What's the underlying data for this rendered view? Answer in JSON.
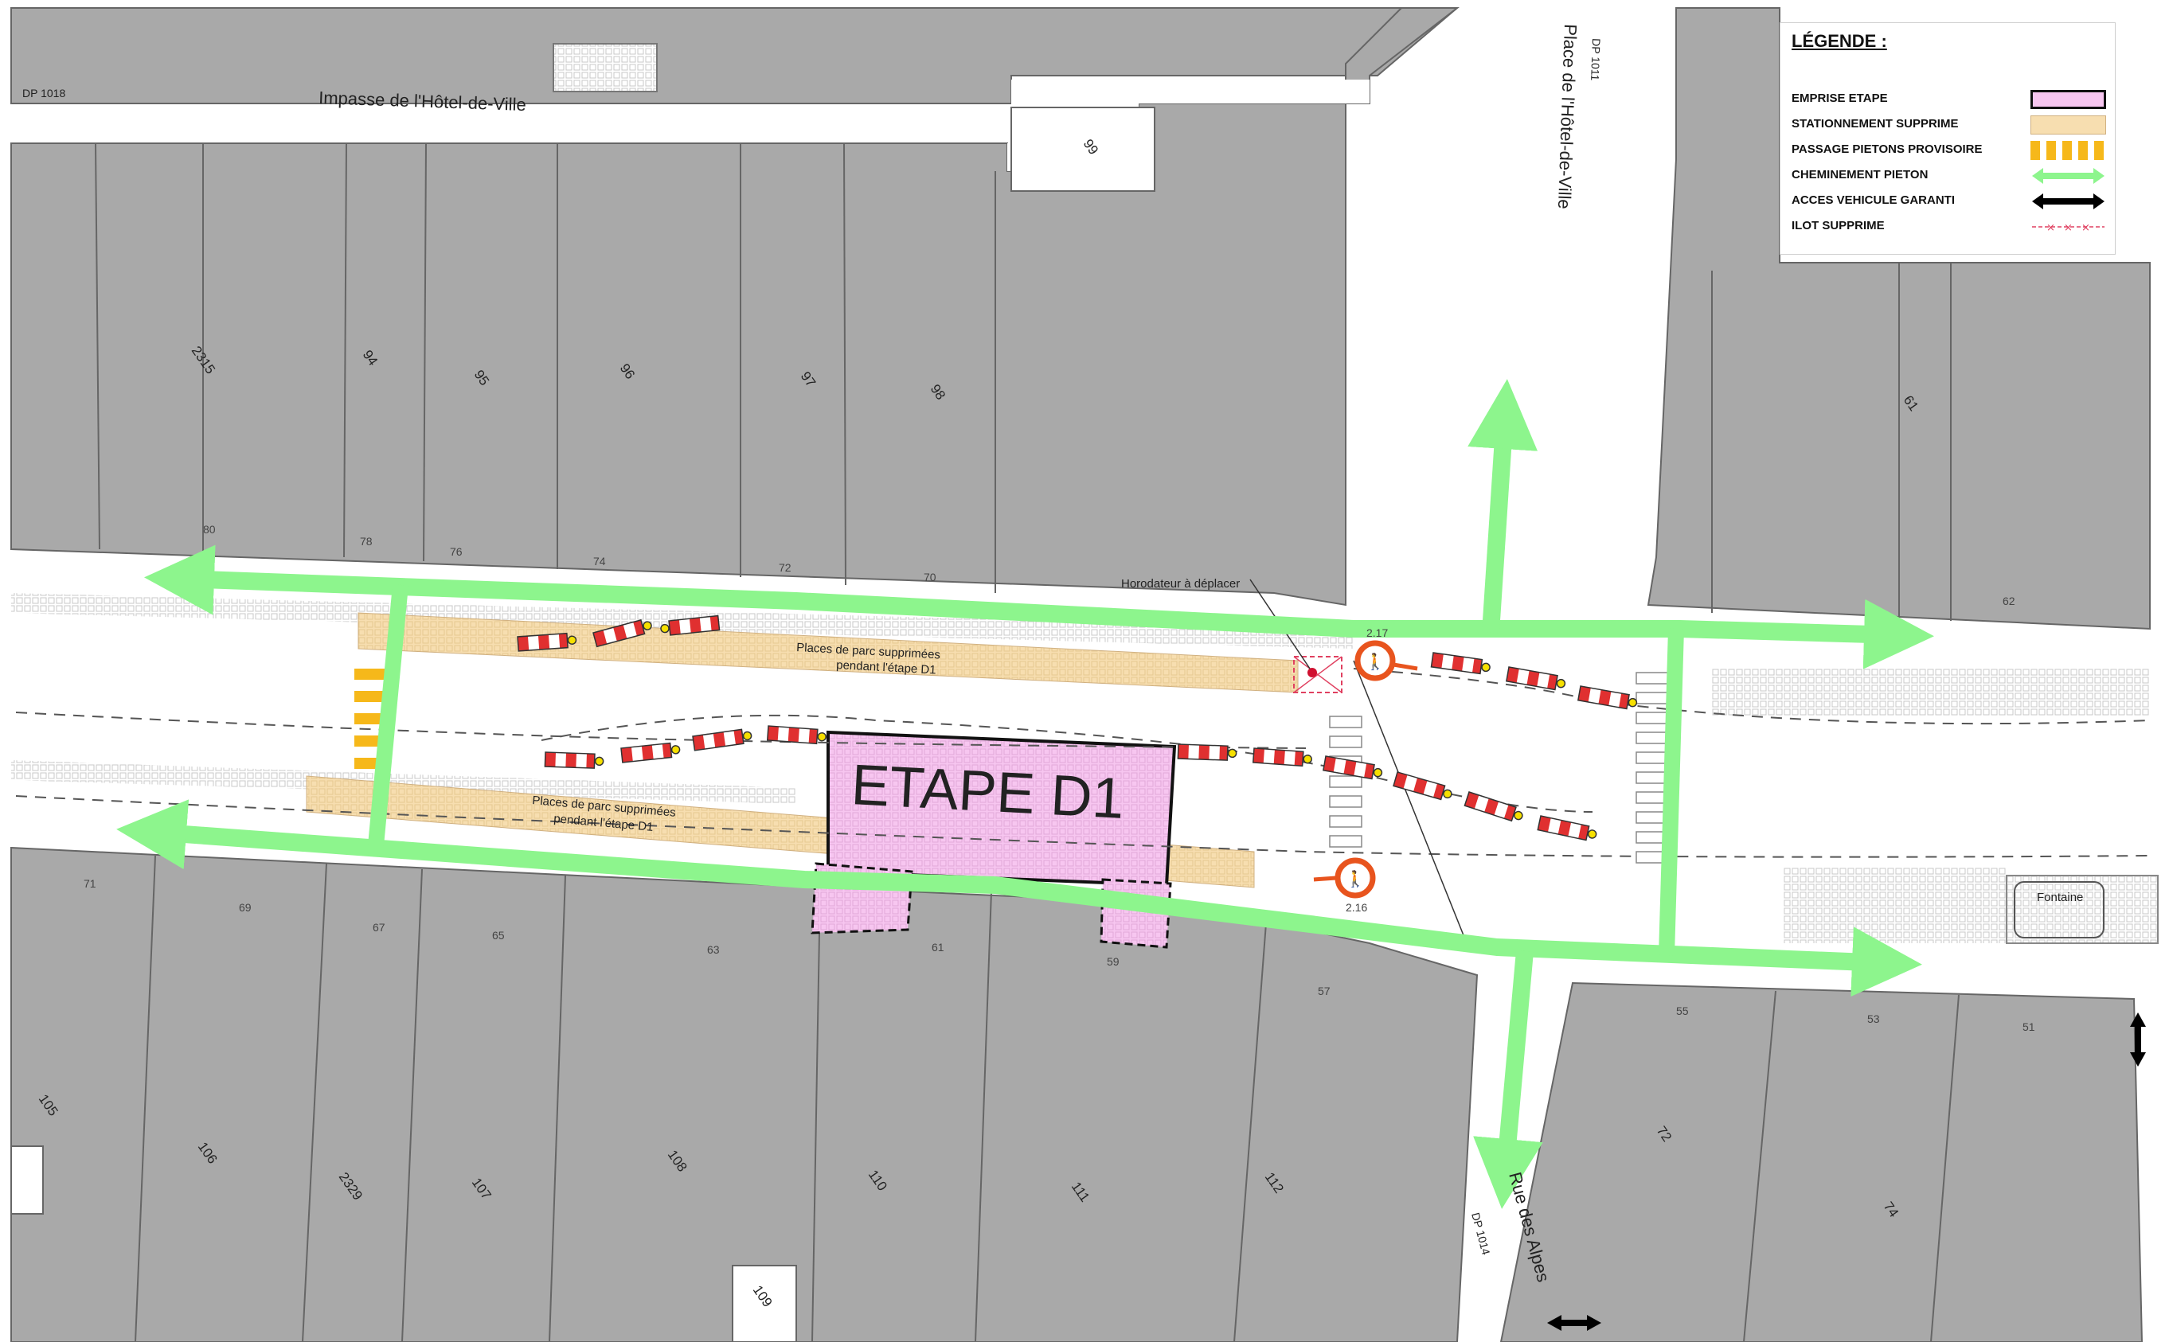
{
  "legend": {
    "title": "LÉGENDE :",
    "items": [
      {
        "label": "EMPRISE ETAPE",
        "kind": "pink-rect",
        "color": "#f7c6f0"
      },
      {
        "label": "STATIONNEMENT SUPPRIME",
        "kind": "beige-rect",
        "color": "#f7deb0"
      },
      {
        "label": "PASSAGE PIETONS PROVISOIRE",
        "kind": "yellow-dashes",
        "color": "#f6b81a"
      },
      {
        "label": "CHEMINEMENT PIETON",
        "kind": "green-double-arrow",
        "color": "#8df58d"
      },
      {
        "label": "ACCES VEHICULE GARANTI",
        "kind": "black-double-arrow",
        "color": "#000000"
      },
      {
        "label": "ILOT SUPPRIME",
        "kind": "red-cross-line",
        "color": "#e04060"
      }
    ]
  },
  "streets": {
    "impasse": "Impasse de l'Hôtel-de-Ville",
    "place": "Place de l'Hôtel-de-Ville",
    "place_dp": "DP 1011",
    "alpes": "Rue des Alpes",
    "alpes_dp": "DP 1014",
    "dp1018": "DP 1018"
  },
  "stage": {
    "label": "ETAPE D1"
  },
  "annotations": {
    "parking_top_1": "Places de parc supprimées",
    "parking_top_2": "pendant l'étape D1",
    "parking_bottom_1": "Places de parc supprimées",
    "parking_bottom_2": "pendant l'étape D1",
    "horodateur": "Horodateur à déplacer",
    "fontaine": "Fontaine",
    "sign_top_code": "2.17",
    "sign_bottom_code": "2.16"
  },
  "parcels": {
    "top_row": [
      "2315",
      "94",
      "95",
      "96",
      "97",
      "98",
      "99"
    ],
    "top_right": [
      "61"
    ],
    "bottom_row": [
      "105",
      "106",
      "2329",
      "107",
      "108",
      "110",
      "111",
      "112",
      "72",
      "74",
      "109"
    ],
    "street_numbers_north": [
      "80",
      "78",
      "76",
      "74",
      "72",
      "70",
      "62"
    ],
    "street_numbers_south": [
      "71",
      "69",
      "67",
      "65",
      "63",
      "61",
      "59",
      "57",
      "55",
      "53",
      "51"
    ]
  },
  "colors": {
    "building": "#a9a9a9",
    "pedestrian_path": "#8df58d",
    "stage_area": "#f7c6f0",
    "parking_removed": "#f7deb0",
    "crossing": "#f6b81a",
    "barrier_red": "#e03030",
    "sign_ring": "#e8541e"
  }
}
